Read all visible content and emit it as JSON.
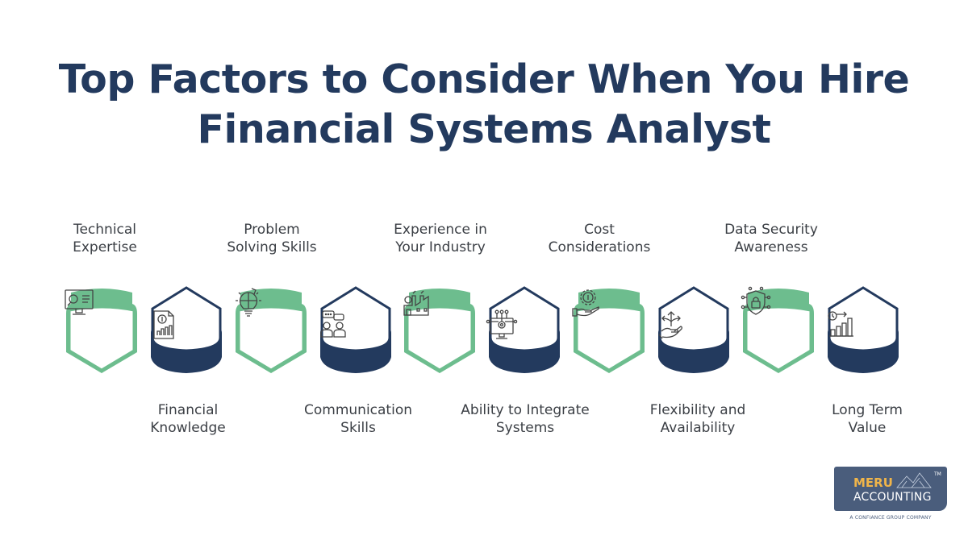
{
  "title": {
    "line1": "Top Factors to Consider When You Hire",
    "line2": "Financial Systems Analyst"
  },
  "colors": {
    "title": "#233a5e",
    "green": "#6dbd8e",
    "navy": "#233a5e",
    "label": "#3b3f45"
  },
  "factors": [
    {
      "line1": "Technical",
      "line2": "Expertise",
      "position": "top",
      "style": "green",
      "icon": "computer-settings-icon"
    },
    {
      "line1": "Financial",
      "line2": "Knowledge",
      "position": "bottom",
      "style": "navy",
      "icon": "financial-report-icon"
    },
    {
      "line1": "Problem",
      "line2": "Solving Skills",
      "position": "top",
      "style": "green",
      "icon": "lightbulb-puzzle-icon"
    },
    {
      "line1": "Communication",
      "line2": "Skills",
      "position": "bottom",
      "style": "navy",
      "icon": "people-chat-icon"
    },
    {
      "line1": "Experience in",
      "line2": "Your Industry",
      "position": "top",
      "style": "green",
      "icon": "factory-icon"
    },
    {
      "line1": "Ability to Integrate",
      "line2": "Systems",
      "position": "bottom",
      "style": "navy",
      "icon": "monitor-network-gear-icon"
    },
    {
      "line1": "Cost",
      "line2": "Considerations",
      "position": "top",
      "style": "green",
      "icon": "hand-coin-gear-icon"
    },
    {
      "line1": "Flexibility and",
      "line2": "Availability",
      "position": "bottom",
      "style": "navy",
      "icon": "hand-arrows-icon"
    },
    {
      "line1": "Data Security",
      "line2": "Awareness",
      "position": "top",
      "style": "green",
      "icon": "shield-lock-icon"
    },
    {
      "line1": "Long Term",
      "line2": "Value",
      "position": "bottom",
      "style": "navy",
      "icon": "growth-chart-icon"
    }
  ],
  "logo": {
    "brand": "MERU",
    "subbrand": "ACCOUNTING",
    "trademark": "TM",
    "tagline": "A CONFIANCE GROUP COMPANY"
  }
}
